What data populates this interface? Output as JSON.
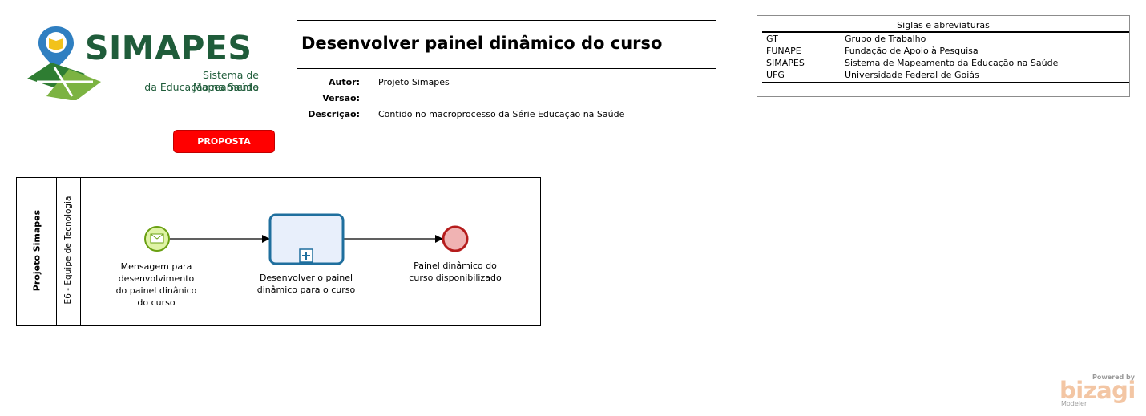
{
  "logo": {
    "name": "SIMAPES",
    "subtitle_line1": "Sistema de Mapeamento",
    "subtitle_line2": "da Educação na Saúde"
  },
  "status_badge": "PROPOSTA",
  "header": {
    "title": "Desenvolver painel dinâmico do curso",
    "fields": [
      {
        "label": "Autor:",
        "value": "Projeto Simapes"
      },
      {
        "label": "Versão:",
        "value": ""
      },
      {
        "label": "Descrição:",
        "value": "Contido no macroprocesso da Série Educação na Saúde"
      }
    ]
  },
  "siglas": {
    "title": "Siglas e abreviaturas",
    "rows": [
      {
        "abbr": "GT",
        "def": "Grupo de Trabalho"
      },
      {
        "abbr": "FUNAPE",
        "def": "Fundação de Apoio à Pesquisa"
      },
      {
        "abbr": "SIMAPES",
        "def": "Sistema de Mapeamento da Educação na Saúde"
      },
      {
        "abbr": "UFG",
        "def": "Universidade Federal de Goiás"
      }
    ]
  },
  "diagram": {
    "pool": "Projeto Simapes",
    "lane": "E6 - Equipe de Tecnologia",
    "start_event": {
      "lines": [
        "Mensagem para",
        "desenvolvimento",
        "do painel dinânico",
        "do curso"
      ],
      "icon": "envelope-icon",
      "fill": "#dff3a6",
      "stroke": "#6aa012"
    },
    "subprocess": {
      "lines": [
        "Desenvolver o painel",
        "dinâmico para o curso"
      ],
      "icon": "collapsed-subprocess-plus-icon",
      "fill": "#e8effb",
      "stroke": "#1f6f9e"
    },
    "end_event": {
      "lines": [
        "Painel dinâmico do",
        "curso disponibilizado"
      ],
      "fill": "#f0b3b3",
      "stroke": "#b51c1c"
    }
  },
  "branding": {
    "powered_by": "Powered by",
    "name": "bizagi",
    "product": "Modeler"
  }
}
